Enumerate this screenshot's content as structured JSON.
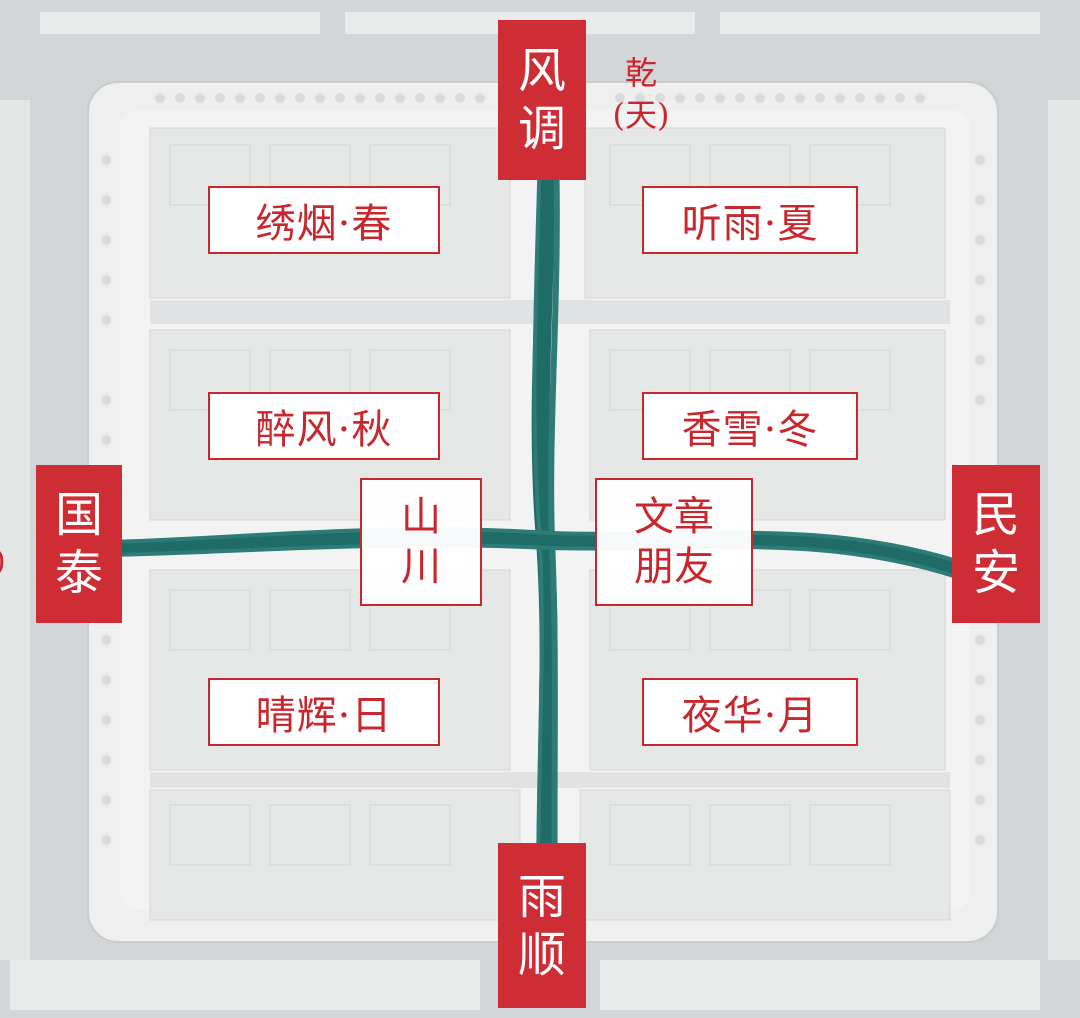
{
  "zones": {
    "spring": "绣烟·春",
    "summer": "听雨·夏",
    "autumn": "醉风·秋",
    "winter": "香雪·冬",
    "sun": "晴辉·日",
    "moon": "夜华·月"
  },
  "center": {
    "mountain_river": [
      "山",
      "川"
    ],
    "literature_friends": [
      "文章",
      "朋友"
    ]
  },
  "gates": {
    "north": [
      "风",
      "调"
    ],
    "south": [
      "雨",
      "顺"
    ],
    "west": [
      "国",
      "泰"
    ],
    "east": [
      "民",
      "安"
    ]
  },
  "direction_mark": [
    "乾",
    "(天)"
  ],
  "edge_mark": ")",
  "colors": {
    "accent_red": "#cf2d36",
    "axis_teal": "#1f6b68",
    "road_gray": "#cfd2d4",
    "block_light": "#eeefef"
  }
}
